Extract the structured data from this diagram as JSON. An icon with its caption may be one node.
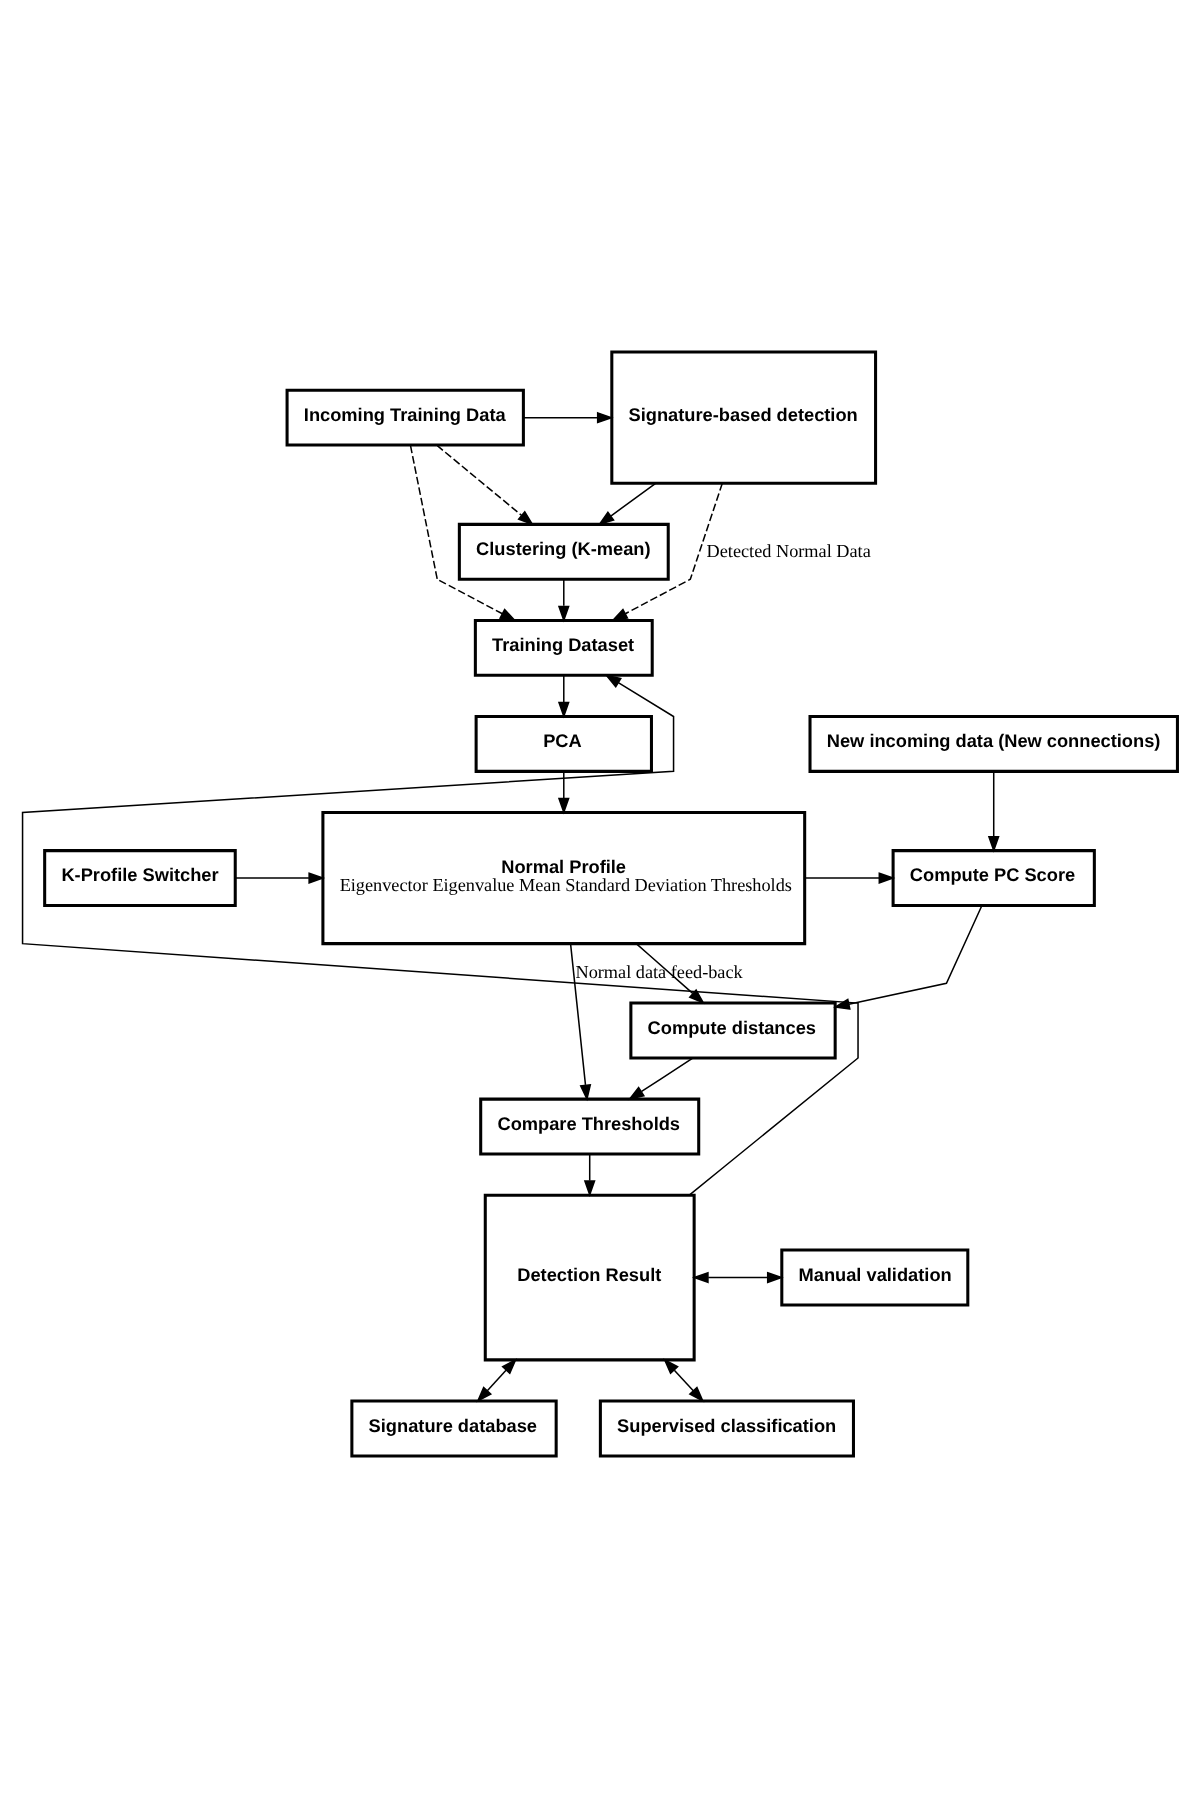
{
  "diagram": {
    "nodes": [
      {
        "text": [
          "Incoming Training Data"
        ]
      },
      {
        "text": [
          "Signature-based detection"
        ]
      },
      {
        "text": [
          "Clustering (K-mean)"
        ]
      },
      {
        "text": [
          "Training Dataset"
        ]
      },
      {
        "text": [
          "PCA"
        ]
      },
      {
        "text": [
          "New incoming data (New connections)"
        ]
      },
      {
        "text": [
          "K-Profile Switcher"
        ]
      },
      {
        "text": [
          "Normal Profile",
          "Eigenvector Eigenvalue Mean Standard Deviation Thresholds"
        ]
      },
      {
        "text": [
          "Compute PC Score"
        ]
      },
      {
        "text": [
          "Compute distances"
        ]
      },
      {
        "text": [
          "Compare Thresholds"
        ]
      },
      {
        "text": [
          "Detection Result"
        ]
      },
      {
        "text": [
          "Signature database"
        ]
      },
      {
        "text": [
          "Manual validation"
        ]
      },
      {
        "text": [
          "Supervised classification"
        ]
      }
    ],
    "edges": [
      {
        "from": 0,
        "to": 3,
        "arrow": "to",
        "style": "dashed"
      },
      {
        "from": 0,
        "to": 2,
        "arrow": "to",
        "style": "dashed"
      },
      {
        "from": 0,
        "to": 1,
        "arrow": "to"
      },
      {
        "from": 1,
        "to": 2,
        "arrow": "to"
      },
      {
        "from": 2,
        "to": 3,
        "arrow": "to"
      },
      {
        "from": 1,
        "to": 3,
        "arrow": "to",
        "style": "dashed",
        "label": "Detected Normal Data"
      },
      {
        "from": 11,
        "to": 3,
        "arrow": "to",
        "label": "Normal data feed-back"
      },
      {
        "from": 3,
        "to": 4,
        "arrow": "to"
      },
      {
        "from": 4,
        "to": 7,
        "arrow": "to"
      },
      {
        "from": 5,
        "to": 8,
        "arrow": "to"
      },
      {
        "from": 6,
        "to": 7,
        "arrow": "to"
      },
      {
        "from": 7,
        "to": 8,
        "arrow": "to"
      },
      {
        "from": 7,
        "to": 9,
        "arrow": "to"
      },
      {
        "from": 8,
        "to": 9,
        "arrow": "to"
      },
      {
        "from": 7,
        "to": 10,
        "arrow": "to"
      },
      {
        "from": 9,
        "to": 10,
        "arrow": "to"
      },
      {
        "from": 10,
        "to": 11,
        "arrow": "to"
      },
      {
        "from": 11,
        "to": 12,
        "arrow": "both"
      },
      {
        "from": 11,
        "to": 13,
        "arrow": "both"
      },
      {
        "from": 11,
        "to": 14,
        "arrow": "both"
      }
    ]
  }
}
